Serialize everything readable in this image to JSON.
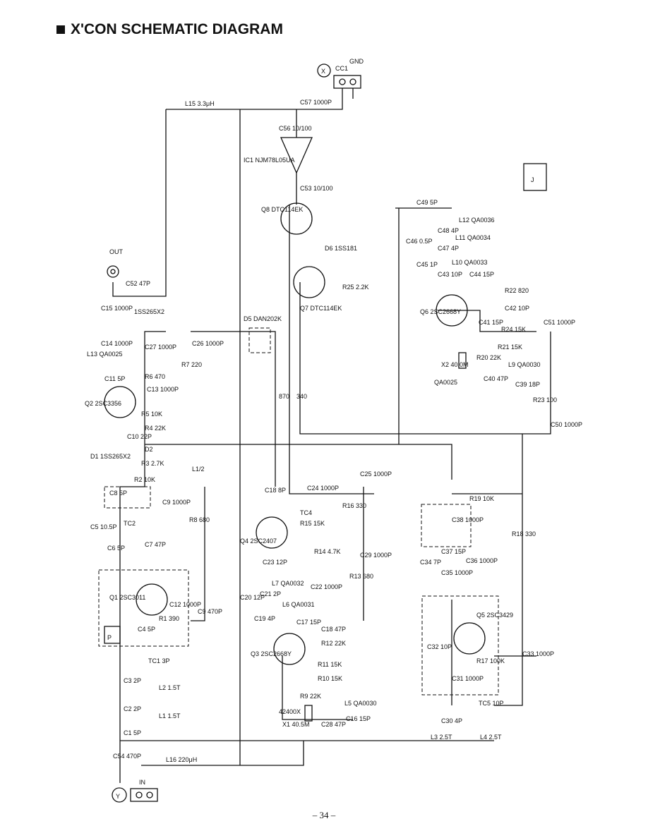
{
  "title": "X'CON SCHEMATIC DIAGRAM",
  "page_number": "– 34 –",
  "section_marks": {
    "P": "P",
    "J": "J",
    "X": "X",
    "Y": "Y"
  },
  "connectors": {
    "out": "OUT",
    "in": "IN",
    "cc1": "CC1",
    "gnd": "GND"
  },
  "components": {
    "L15": "L15 3.3μH",
    "C57": "C57 1000P",
    "C56": "C56 10/100",
    "IC1": "IC1 NJM78L05UA",
    "C53": "C53 10/100",
    "Q8": "Q8 DTC114EK",
    "D6": "D6 1SS181",
    "R25": "R25 2.2K",
    "Q7": "Q7 DTC114EK",
    "D5": "D5 DAN202K",
    "C52": "C52 47P",
    "C15": "C15 1000P",
    "D3D4": "1SS265X2",
    "C14": "C14 1000P",
    "L13": "L13 QA0025",
    "C27": "C27 1000P",
    "R7": "R7 220",
    "C26": "C26 1000P",
    "C11": "C11 5P",
    "R6": "R6 470",
    "C13": "C13 1000P",
    "Q2": "Q2 2SC3356",
    "R5": "R5 10K",
    "R4": "R4 22K",
    "C10": "C10 22P",
    "D2": "D2",
    "D1": "D1 1SS265X2",
    "R3": "R3 2.7K",
    "L1_2": "L1/2",
    "R2": "R2 10K",
    "C9": "C9 1000P",
    "C8": "C8 5P",
    "TC2": "TC2",
    "C5": "C5 10.5P",
    "C6": "C6 5P",
    "C7": "C7 47P",
    "R8": "R8 680",
    "Q1": "Q1 2SC3011",
    "R1": "R1 390",
    "C4": "C4 5P",
    "C12": "C12 1000P",
    "C9b": "C9 470P",
    "TC1": "TC1 3P",
    "C3": "C3 2P",
    "L2": "L2 1.5T",
    "C2": "C2 2P",
    "L1": "L1 1.5T",
    "C1": "C1 5P",
    "C54": "C54 470P",
    "L16": "L16 220μH",
    "R16": "R16 330",
    "C24": "C24 1000P",
    "C25": "C25 1000P",
    "C18": "C18 8P",
    "TC4": "TC4",
    "Q4": "Q4 2SC2407",
    "R15": "R15 15K",
    "R14": "R14 4.7K",
    "C23": "C23 12P",
    "C29": "C29 1000P",
    "R13": "R13 680",
    "L7": "L7 QA0032",
    "C21": "C21 2P",
    "C20": "C20 12P",
    "C22": "C22 1000P",
    "L6": "L6 QA0031",
    "C19": "C19 4P",
    "C18b": "C18 47P",
    "Q3": "Q3 2SC2668Y",
    "C17": "C17 15P",
    "R12": "R12 22K",
    "R11": "R11 15K",
    "R9": "R9 22K",
    "R10": "R10 15K",
    "L5": "L5 QA0030",
    "X1": "X1 40.5M",
    "X1p": "42400X",
    "C28": "C28 47P",
    "C16": "C16 15P",
    "L3": "L3 2.5T",
    "L4": "L4 2.5T",
    "C30": "C30 4P",
    "TC5": "TC5 10P",
    "R19": "R19 10K",
    "C38": "C38 1000P",
    "R18": "R18 330",
    "C37": "C37 15P",
    "C36": "C36 1000P",
    "C34": "C34 7P",
    "C35": "C35 1000P",
    "C33": "C33 1000P",
    "Q5": "Q5 2SC3429",
    "C32": "C32 10P",
    "C31": "C31 1000P",
    "R17": "R17 100K",
    "C49": "C49 5P",
    "L12": "L12 QA0036",
    "C48": "C48 4P",
    "C46": "C46 0.5P",
    "L11": "L11 QA0034",
    "C47": "C47 4P",
    "C45": "C45 1P",
    "L10": "L10 QA0033",
    "C43": "C43 10P",
    "C44": "C44 15P",
    "R22": "R22 820",
    "C42": "C42 10P",
    "Q6": "Q6 2SC2668Y",
    "C41": "C41 15P",
    "R24": "R24 15K",
    "R21": "R21 15K",
    "C51": "C51 1000P",
    "X2": "X2 40.0M",
    "X2p": "QA0025",
    "R20": "R20 22K",
    "C40": "C40 47P",
    "L9": "L9 QA0030",
    "C39": "C39 18P",
    "R23": "R23 100",
    "C50": "C50 1000P"
  },
  "net_values": {
    "n870": "870",
    "n340": "340"
  }
}
